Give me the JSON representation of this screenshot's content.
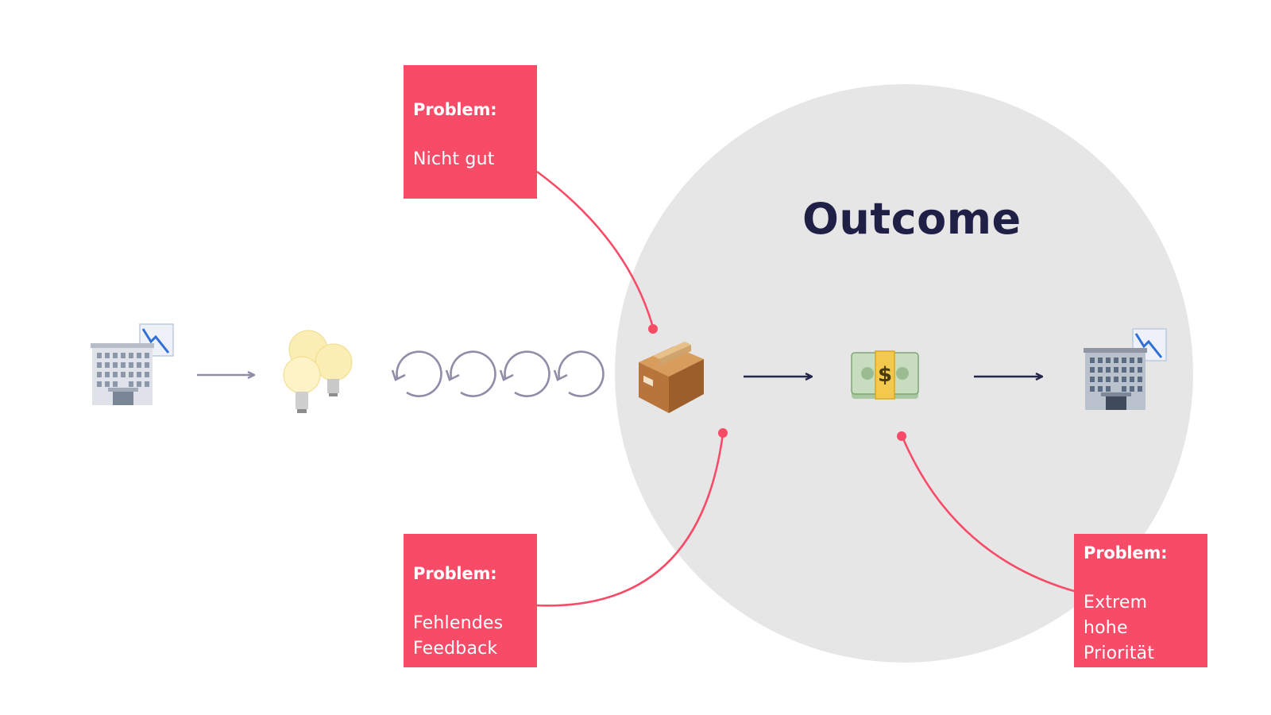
{
  "diagram": {
    "outcome_label": "Outcome",
    "problems": [
      {
        "title": "Problem:",
        "text": "Nicht gut"
      },
      {
        "title": "Problem:",
        "text": "Fehlendes\nFeedback"
      },
      {
        "title": "Problem:",
        "text": "Extrem\nhohe\nPriorität"
      }
    ],
    "icons": [
      "office-building-declining-chart-icon",
      "light-bulbs-icon",
      "iteration-cycle-icon",
      "package-icon",
      "money-stack-icon",
      "office-building-declining-chart-icon"
    ]
  },
  "colors": {
    "problem_box": "#f84b68",
    "connector": "#f84b68",
    "circle": "#e6e6e7",
    "outcome_text": "#201f45",
    "arrow_dark": "#26254a",
    "arrow_light": "#8f8da7"
  }
}
